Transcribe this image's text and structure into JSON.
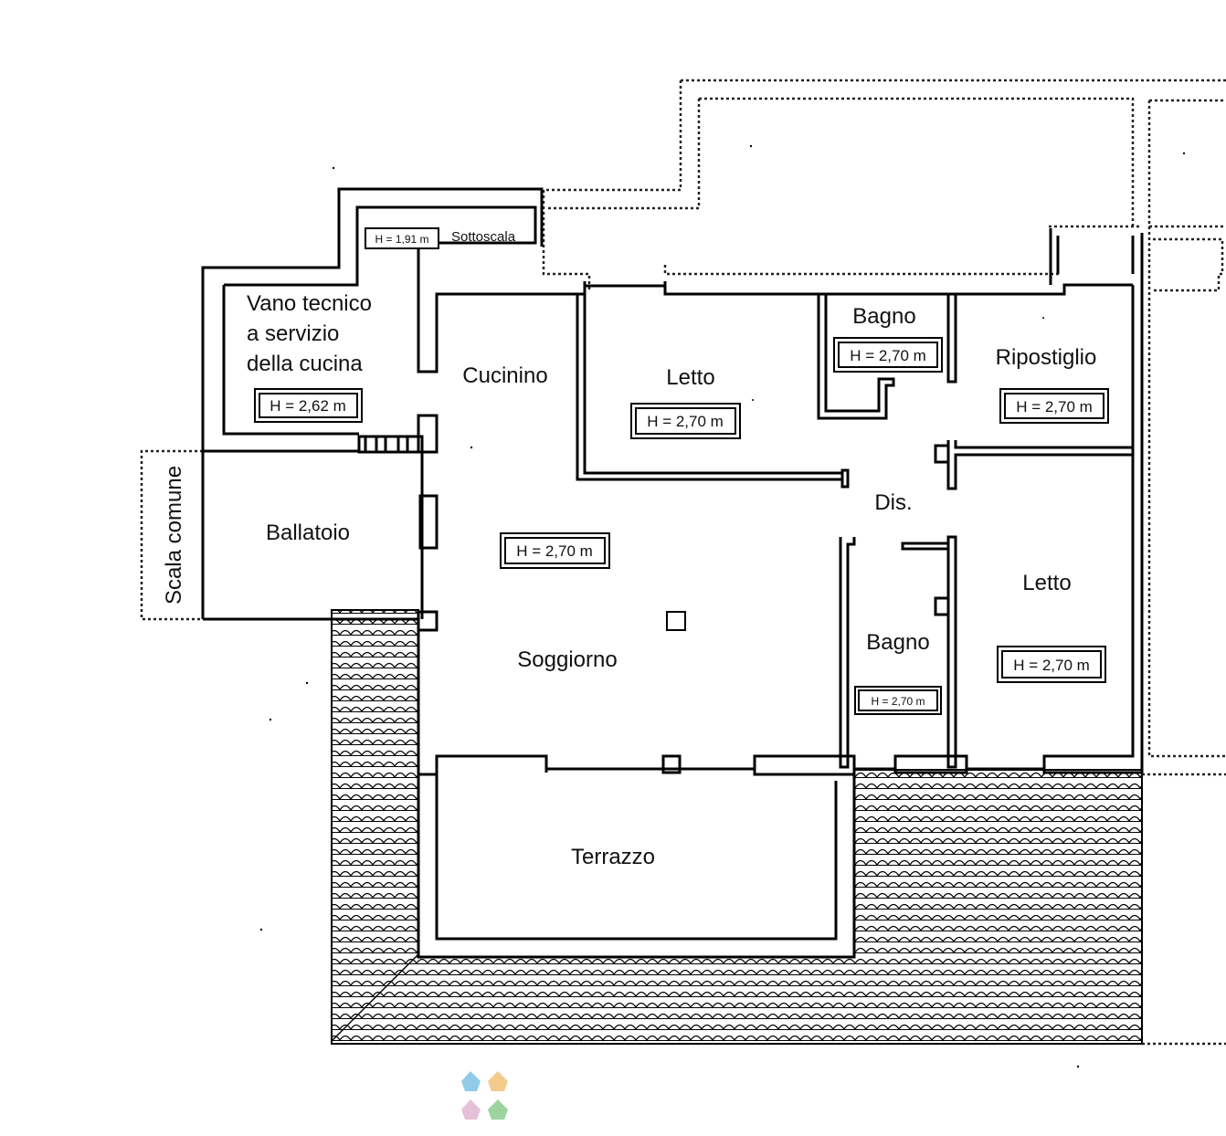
{
  "rooms": {
    "vano_tecnico": {
      "lines": [
        "Vano tecnico",
        "a servizio",
        "della cucina"
      ],
      "height": "H = 2,62 m"
    },
    "sottoscala": {
      "label": "Sottoscala",
      "height": "H = 1,91 m"
    },
    "cucinino": {
      "label": "Cucinino"
    },
    "letto_1": {
      "label": "Letto",
      "height": "H = 2,70 m"
    },
    "bagno_1": {
      "label": "Bagno",
      "height": "H = 2,70 m"
    },
    "ripostiglio": {
      "label": "Ripostiglio",
      "height": "H = 2,70 m"
    },
    "disimpegno": {
      "label": "Dis."
    },
    "ballatoio": {
      "label": "Ballatoio"
    },
    "scala_comune": {
      "label": "Scala comune"
    },
    "soggiorno": {
      "label": "Soggiorno",
      "height": "H = 2,70 m"
    },
    "bagno_2": {
      "label": "Bagno",
      "height": "H = 2,70 m"
    },
    "letto_2": {
      "label": "Letto",
      "height": "H = 2,70 m"
    },
    "terrazzo": {
      "label": "Terrazzo"
    }
  },
  "colors": {
    "wall": "#000000",
    "logo_blue": "#7ec3e6",
    "logo_orange": "#f3c27a",
    "logo_pink": "#e2b6d3",
    "logo_green": "#8ccc8e"
  }
}
